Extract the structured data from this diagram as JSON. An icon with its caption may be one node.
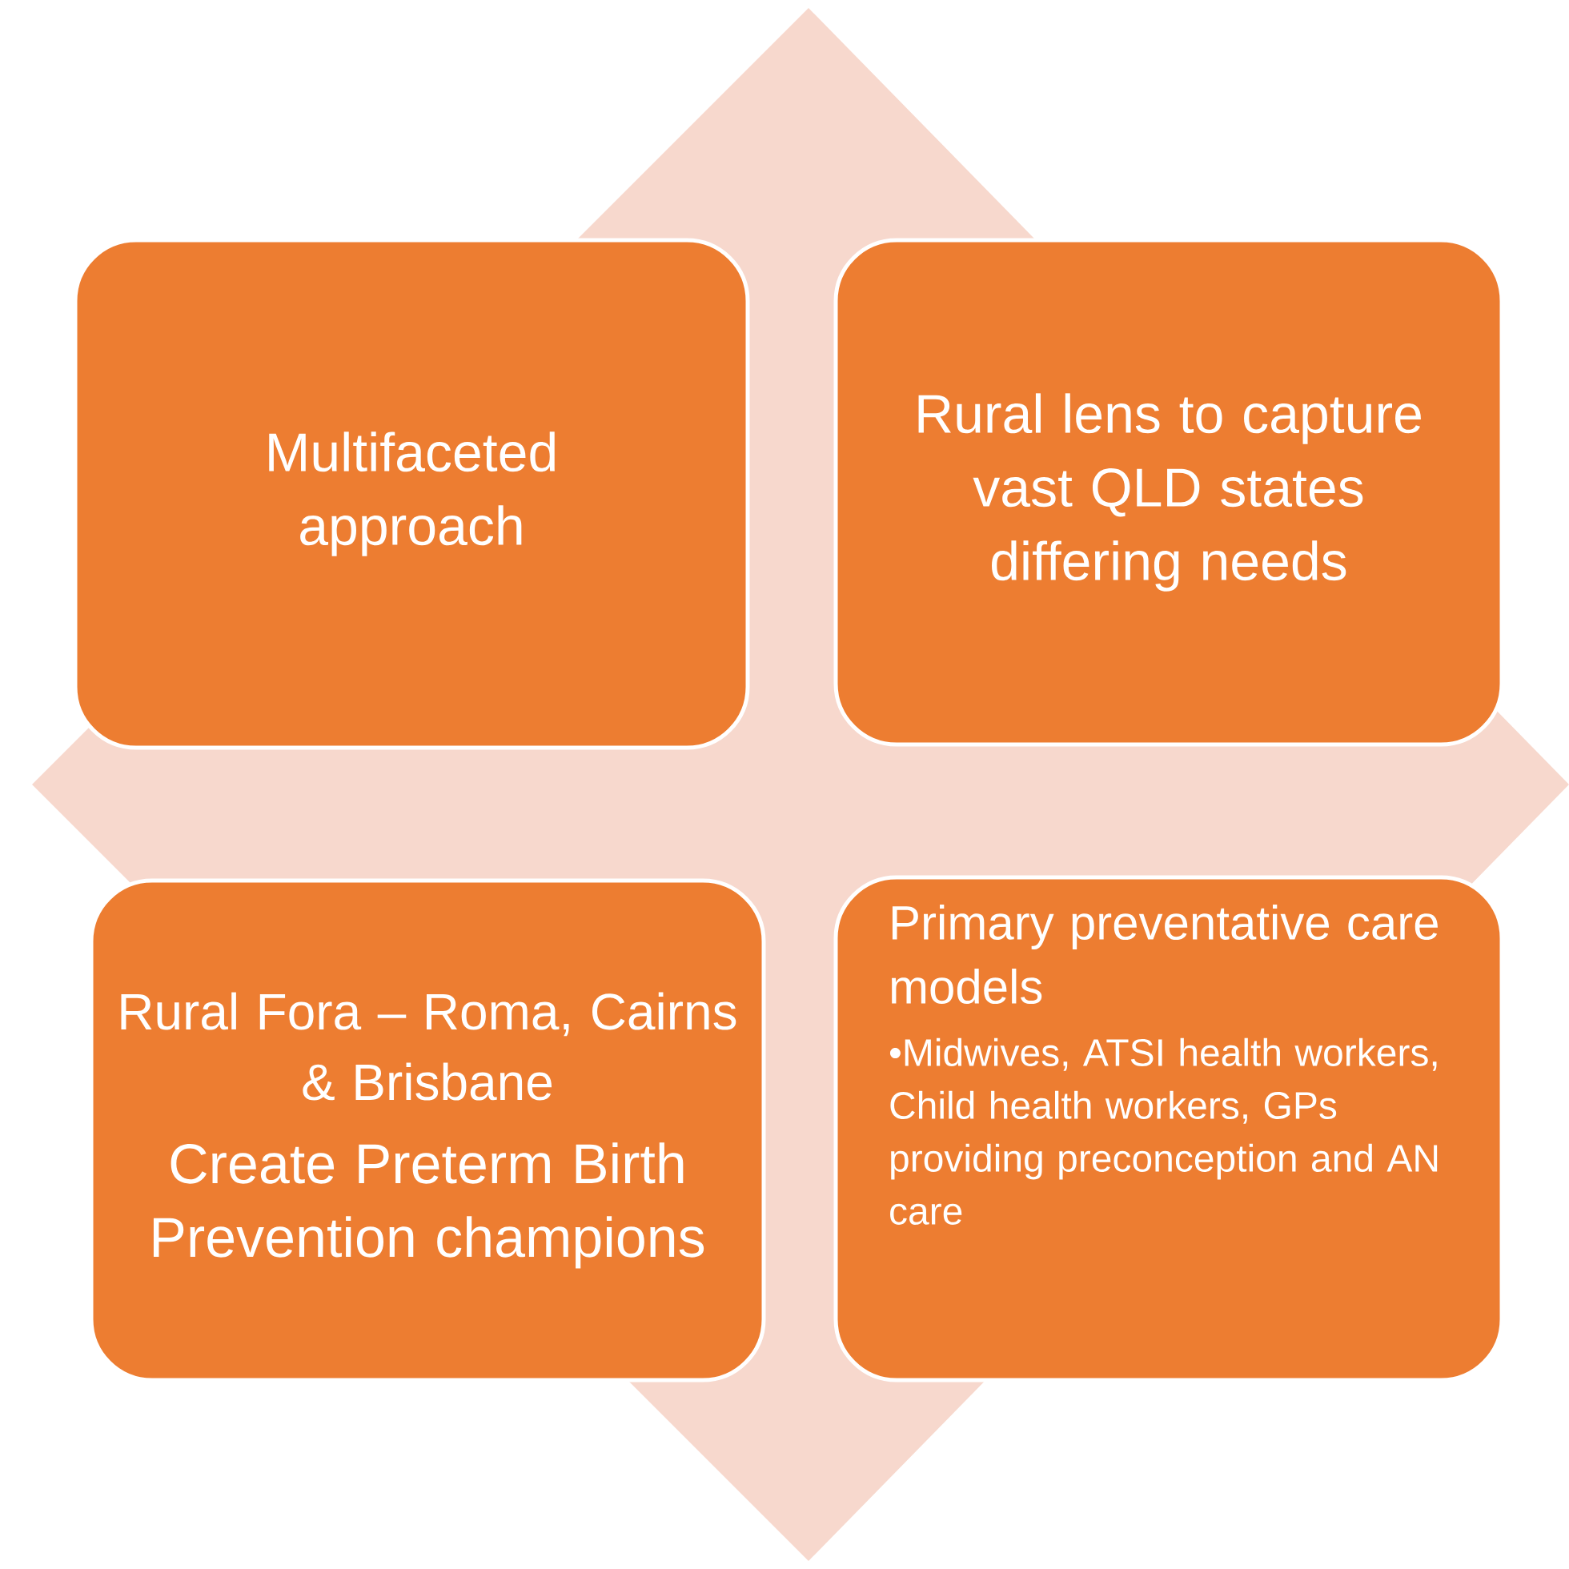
{
  "diagram": {
    "nodes": [
      {
        "text": [
          "Multifaceted approach"
        ]
      },
      {
        "text": [
          "Rural lens to capture vast QLD states differing needs"
        ]
      },
      {
        "text": [
          "Rural Fora – Roma, Cairns & Brisbane",
          "Create Preterm Birth Prevention champions"
        ]
      },
      {
        "text": [
          "Primary preventative care models",
          "•Midwives, ATSI health workers, Child health workers, GPs providing preconception and AN care"
        ]
      }
    ]
  }
}
